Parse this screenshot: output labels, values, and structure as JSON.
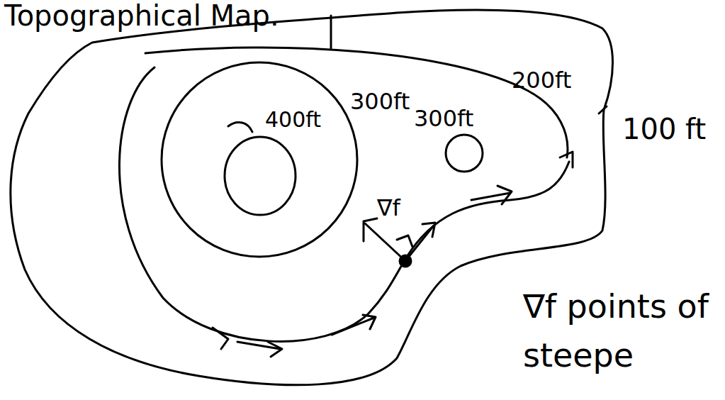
{
  "diagram": {
    "title": "Topographical Map.",
    "labels": [
      "400ft",
      "300ft",
      "300ft",
      "200ft",
      "100 ft",
      "∇f",
      "∇f points of steepe"
    ]
  }
}
